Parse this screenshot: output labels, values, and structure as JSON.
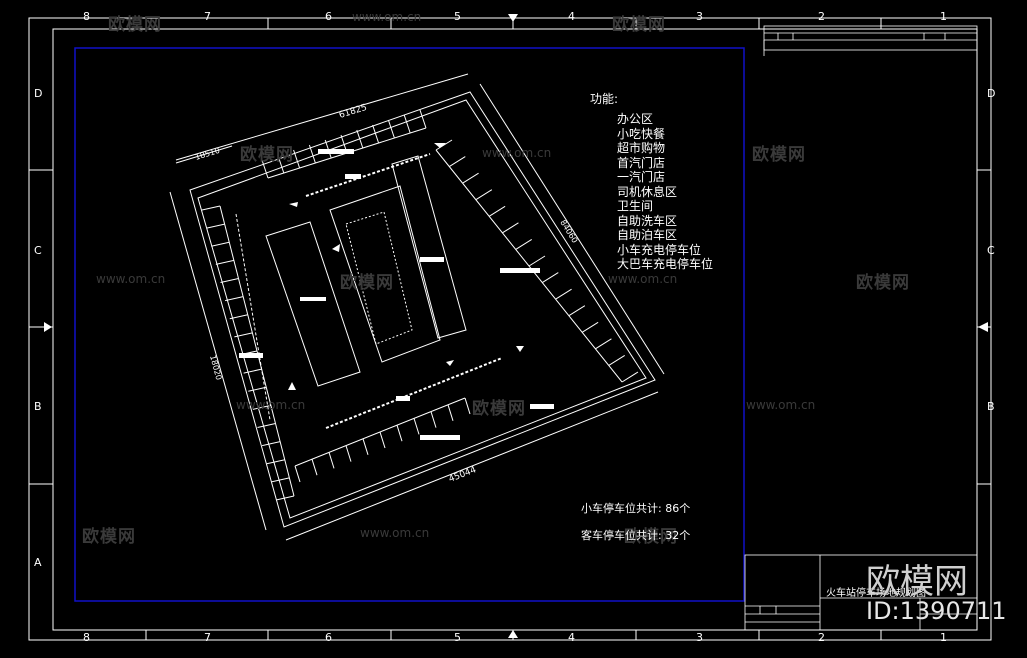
{
  "functions": {
    "title": "功能:",
    "items": [
      "办公区",
      "小吃快餐",
      "超市购物",
      "首汽门店",
      "一汽门店",
      "司机休息区",
      "卫生间",
      "自助洗车区",
      "自助泊车区",
      "小车充电停车位",
      "大巴车充电停车位"
    ]
  },
  "counts": {
    "car": "小车停车位共计: 86个",
    "bus": "客车停车位共计: 32个"
  },
  "drawing_title": "火车站停车场地规划图",
  "dimensions": [
    "61825",
    "18510",
    "84060",
    "18020",
    "45044"
  ],
  "grid": {
    "cols": [
      "8",
      "7",
      "6",
      "5",
      "4",
      "3",
      "2",
      "1"
    ],
    "rows": [
      "D",
      "C",
      "B",
      "A"
    ]
  },
  "watermark": {
    "brand": "欧模网",
    "site": "www.om.cn",
    "id": "ID:1390711"
  },
  "colors": {
    "frame_blue": "#1010c8",
    "line": "#ffffff"
  }
}
